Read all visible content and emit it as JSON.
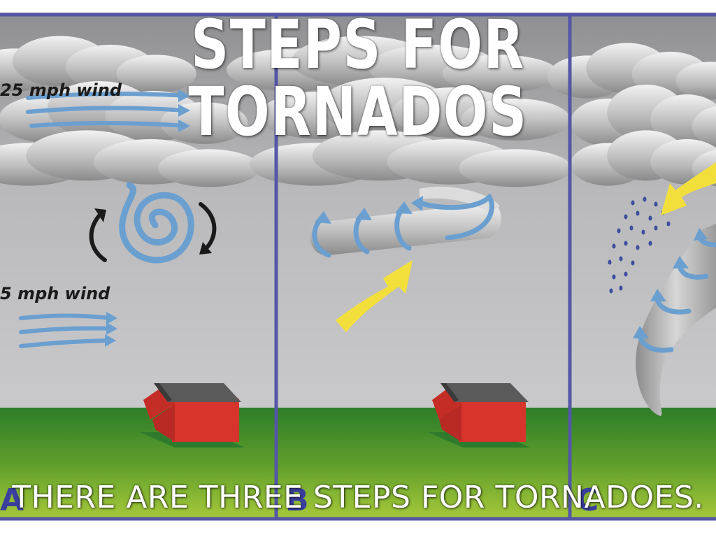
{
  "title": "STEPS FOR TORNADOS",
  "caption": "THERE ARE THREE STEPS FOR TORNADOES.",
  "panels": [
    {
      "letter": "A",
      "labels": [
        "25 mph wind",
        "5 mph wind"
      ]
    },
    {
      "letter": "B",
      "labels": []
    },
    {
      "letter": "C",
      "labels": []
    }
  ],
  "colors": {
    "sky": "#b9b9bb",
    "ground": "#3a8f2f",
    "panel_border": "#5456a6",
    "wind_arrow": "#6a9fd0",
    "updraft_arrow": "#f3df3c",
    "house_wall": "#d9322d",
    "rain": "#3c4e9e"
  },
  "icons": [
    "wind-arrow-icon",
    "rotation-arrow-icon",
    "spiral-icon",
    "updraft-arrow-icon",
    "house-icon",
    "rain-icon",
    "funnel-cloud-icon"
  ]
}
